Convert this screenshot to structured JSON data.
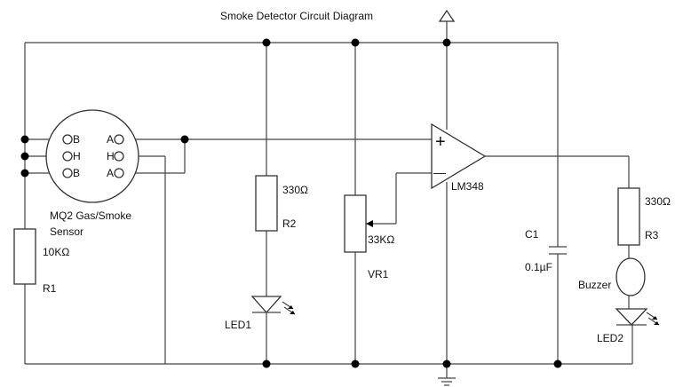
{
  "title": "Smoke Detector Circuit Diagram",
  "sensor": {
    "label_line1": "MQ2 Gas/Smoke",
    "label_line2": "Sensor",
    "pins_left": [
      "B",
      "H",
      "B"
    ],
    "pins_right": [
      "A",
      "H",
      "A"
    ]
  },
  "components": {
    "r1": {
      "value": "10KΩ",
      "name": "R1"
    },
    "r2": {
      "value": "330Ω",
      "name": "R2"
    },
    "led1": {
      "name": "LED1"
    },
    "vr1": {
      "value": "33KΩ",
      "name": "VR1"
    },
    "opamp": {
      "name": "LM348",
      "plus": "+",
      "minus": "—"
    },
    "c1": {
      "name": "C1",
      "value": "0.1µF"
    },
    "r3": {
      "value": "330Ω",
      "name": "R3"
    },
    "buzzer": {
      "name": "Buzzer"
    },
    "led2": {
      "name": "LED2"
    }
  }
}
